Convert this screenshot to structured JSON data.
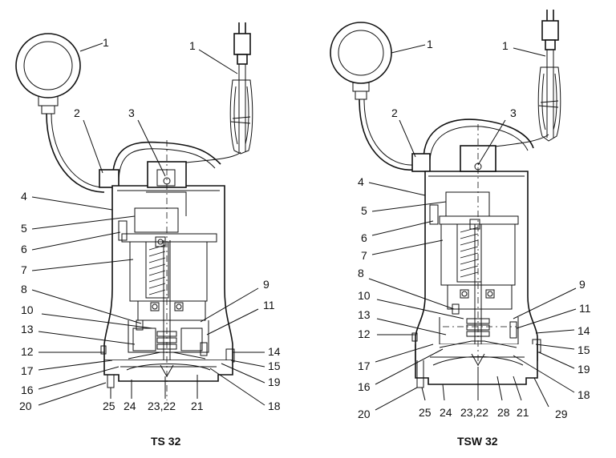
{
  "figures": [
    {
      "id": "ts32",
      "caption": "TS 32",
      "callouts": [
        "1",
        "1",
        "2",
        "3",
        "4",
        "5",
        "6",
        "7",
        "8",
        "9",
        "10",
        "11",
        "12",
        "13",
        "14",
        "15",
        "16",
        "17",
        "18",
        "19",
        "20",
        "21",
        "23,22",
        "24",
        "25"
      ]
    },
    {
      "id": "tsw32",
      "caption": "TSW 32",
      "callouts": [
        "1",
        "1",
        "2",
        "3",
        "4",
        "5",
        "6",
        "7",
        "8",
        "9",
        "10",
        "11",
        "12",
        "13",
        "14",
        "15",
        "16",
        "17",
        "18",
        "19",
        "20",
        "21",
        "23,22",
        "24",
        "25",
        "28",
        "29"
      ]
    }
  ]
}
